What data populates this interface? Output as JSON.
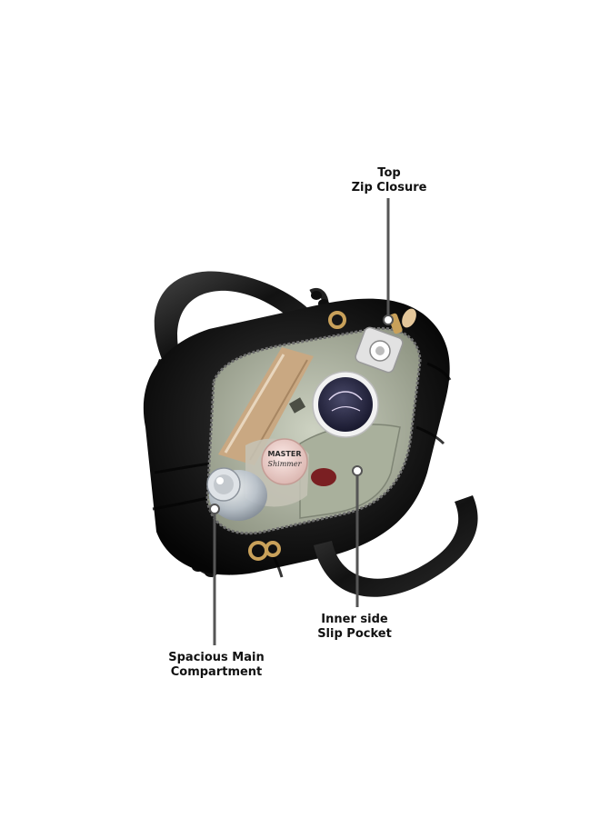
{
  "annotations": {
    "top_zip": {
      "line1": "Top",
      "line2": "Zip Closure"
    },
    "inner_pocket": {
      "line1": "Inner side",
      "line2": "Slip Pocket"
    },
    "main_compartment": {
      "line1": "Spacious Main",
      "line2": "Compartment"
    }
  },
  "product_text": {
    "jar_label_line1": "MASTER",
    "jar_label_line2": "Shimmer"
  },
  "colors": {
    "bag_body": "#1a1a1a",
    "lining": "#b9bfae",
    "hardware_gold": "#c9a15a",
    "callout_line": "#555555"
  }
}
